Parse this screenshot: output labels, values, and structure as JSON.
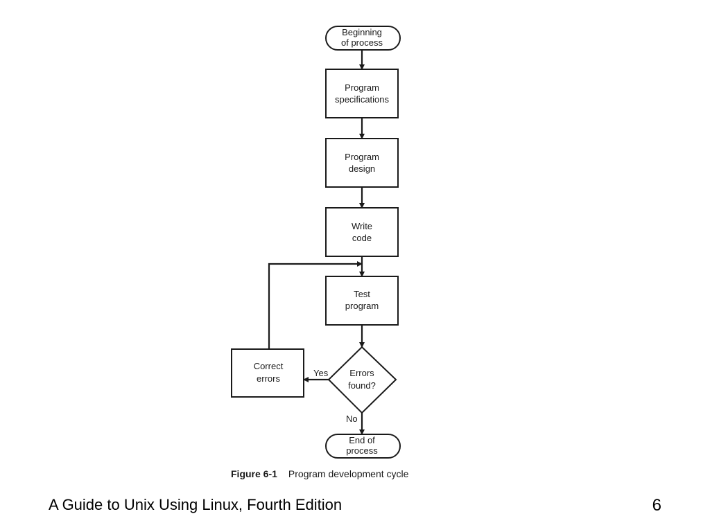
{
  "diagram": {
    "nodes": [
      {
        "id": "begin",
        "shape": "terminal",
        "lines": [
          "Beginning",
          "of process"
        ]
      },
      {
        "id": "spec",
        "shape": "process",
        "lines": [
          "Program",
          "specifications"
        ]
      },
      {
        "id": "design",
        "shape": "process",
        "lines": [
          "Program",
          "design"
        ]
      },
      {
        "id": "code",
        "shape": "process",
        "lines": [
          "Write",
          "code"
        ]
      },
      {
        "id": "test",
        "shape": "process",
        "lines": [
          "Test",
          "program"
        ]
      },
      {
        "id": "errors",
        "shape": "decision",
        "lines": [
          "Errors",
          "found?"
        ]
      },
      {
        "id": "correct",
        "shape": "process",
        "lines": [
          "Correct",
          "errors"
        ]
      },
      {
        "id": "end",
        "shape": "terminal",
        "lines": [
          "End of",
          "process"
        ]
      }
    ],
    "edges": [
      {
        "from": "begin",
        "to": "spec",
        "label": ""
      },
      {
        "from": "spec",
        "to": "design",
        "label": ""
      },
      {
        "from": "design",
        "to": "code",
        "label": ""
      },
      {
        "from": "code",
        "to": "test",
        "label": ""
      },
      {
        "from": "test",
        "to": "errors",
        "label": ""
      },
      {
        "from": "errors",
        "to": "correct",
        "label": "Yes"
      },
      {
        "from": "correct",
        "to": "test",
        "label": ""
      },
      {
        "from": "errors",
        "to": "end",
        "label": "No"
      }
    ]
  },
  "caption": {
    "figure_number": "Figure 6-1",
    "text": "Program development cycle"
  },
  "footer": {
    "book_title": "A Guide to Unix Using Linux, Fourth Edition",
    "page_number": "6"
  }
}
